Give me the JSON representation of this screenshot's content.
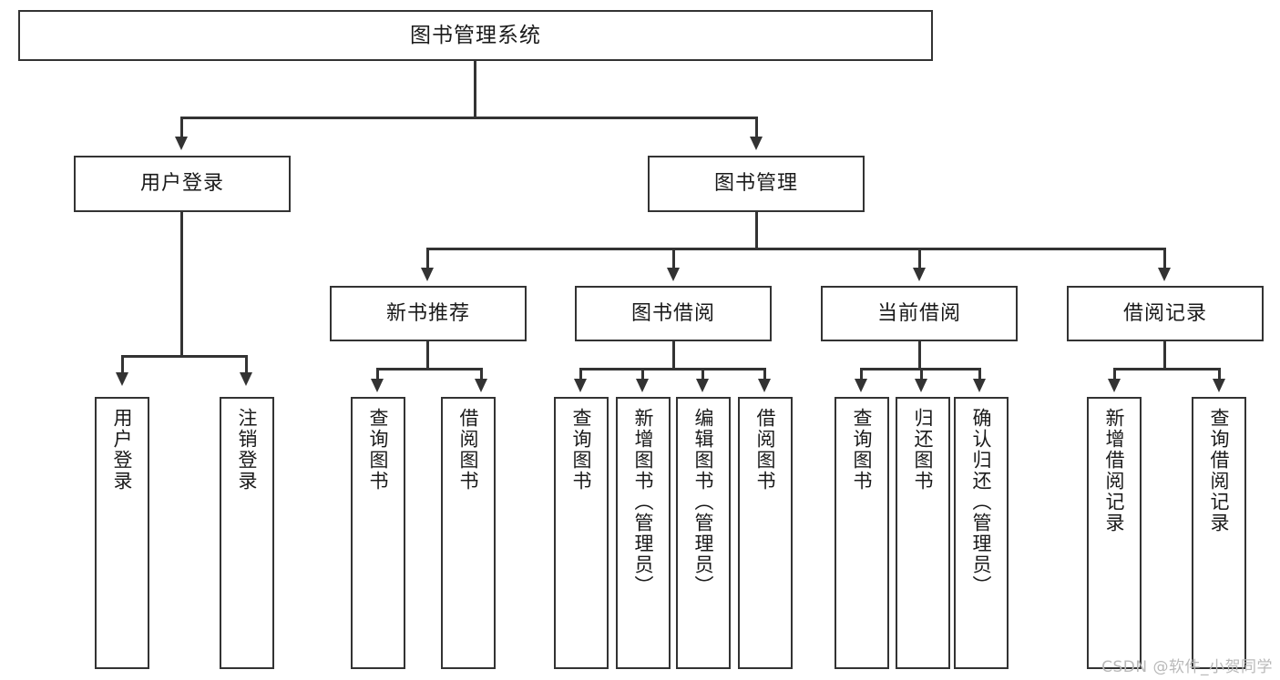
{
  "diagram": {
    "title": "图书管理系统",
    "type": "tree",
    "watermark": "CSDN @软件_小贺同学",
    "colors": {
      "stroke": "#333333",
      "fill": "#FFFFFF",
      "text": "#1A1A1A",
      "watermark": "#B9B9B9"
    },
    "nodes": {
      "root": {
        "label": "图书管理系统"
      },
      "level2": [
        {
          "label": "用户登录"
        },
        {
          "label": "图书管理"
        }
      ],
      "level3": [
        {
          "label": "新书推荐"
        },
        {
          "label": "图书借阅"
        },
        {
          "label": "当前借阅"
        },
        {
          "label": "借阅记录"
        }
      ],
      "leaves": {
        "user_login": [
          {
            "label": "用户登录"
          },
          {
            "label": "注销登录"
          }
        ],
        "new_book_recommend": [
          {
            "label": "查询图书"
          },
          {
            "label": "借阅图书"
          }
        ],
        "book_borrow": [
          {
            "label": "查询图书"
          },
          {
            "label": "新增图书（管理员）"
          },
          {
            "label": "编辑图书（管理员）"
          },
          {
            "label": "借阅图书"
          }
        ],
        "current_borrow": [
          {
            "label": "查询图书"
          },
          {
            "label": "归还图书"
          },
          {
            "label": "确认归还（管理员）"
          }
        ],
        "borrow_record": [
          {
            "label": "新增借阅记录"
          },
          {
            "label": "查询借阅记录"
          }
        ]
      }
    }
  }
}
